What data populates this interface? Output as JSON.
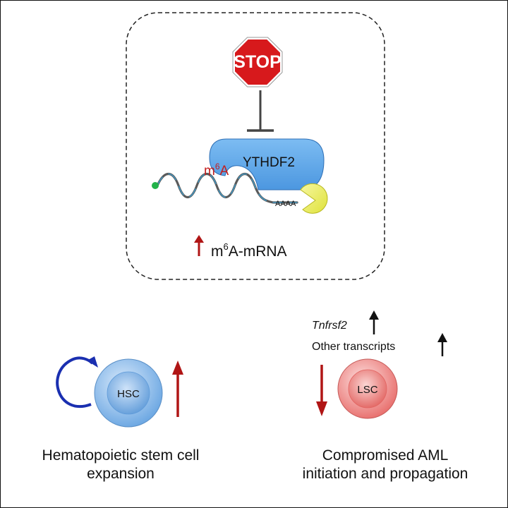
{
  "stop_sign": {
    "label": "STOP",
    "icon": "stop-sign-icon",
    "color": "#d7191c"
  },
  "reader_protein": {
    "label": "YTHDF2",
    "color": "#5da8ec"
  },
  "modification": {
    "m": "m",
    "sup": "6",
    "a": "A",
    "color": "#c41e1e"
  },
  "poly_a": {
    "label": "AAAA"
  },
  "mrna_level": {
    "prefix": "m",
    "sup": "6",
    "suffix": "A-mRNA",
    "arrow_color": "#b01515"
  },
  "hsc": {
    "label": "HSC",
    "color": "#8fc0ee"
  },
  "lsc": {
    "label": "LSC",
    "color": "#f19a98"
  },
  "transcripts": {
    "gene": "Tnfrsf2",
    "other": "Other transcripts"
  },
  "captions": {
    "hsc_line1": "Hematopoietic stem cell",
    "hsc_line2": "expansion",
    "lsc_line1": "Compromised AML",
    "lsc_line2": "initiation and propagation"
  }
}
